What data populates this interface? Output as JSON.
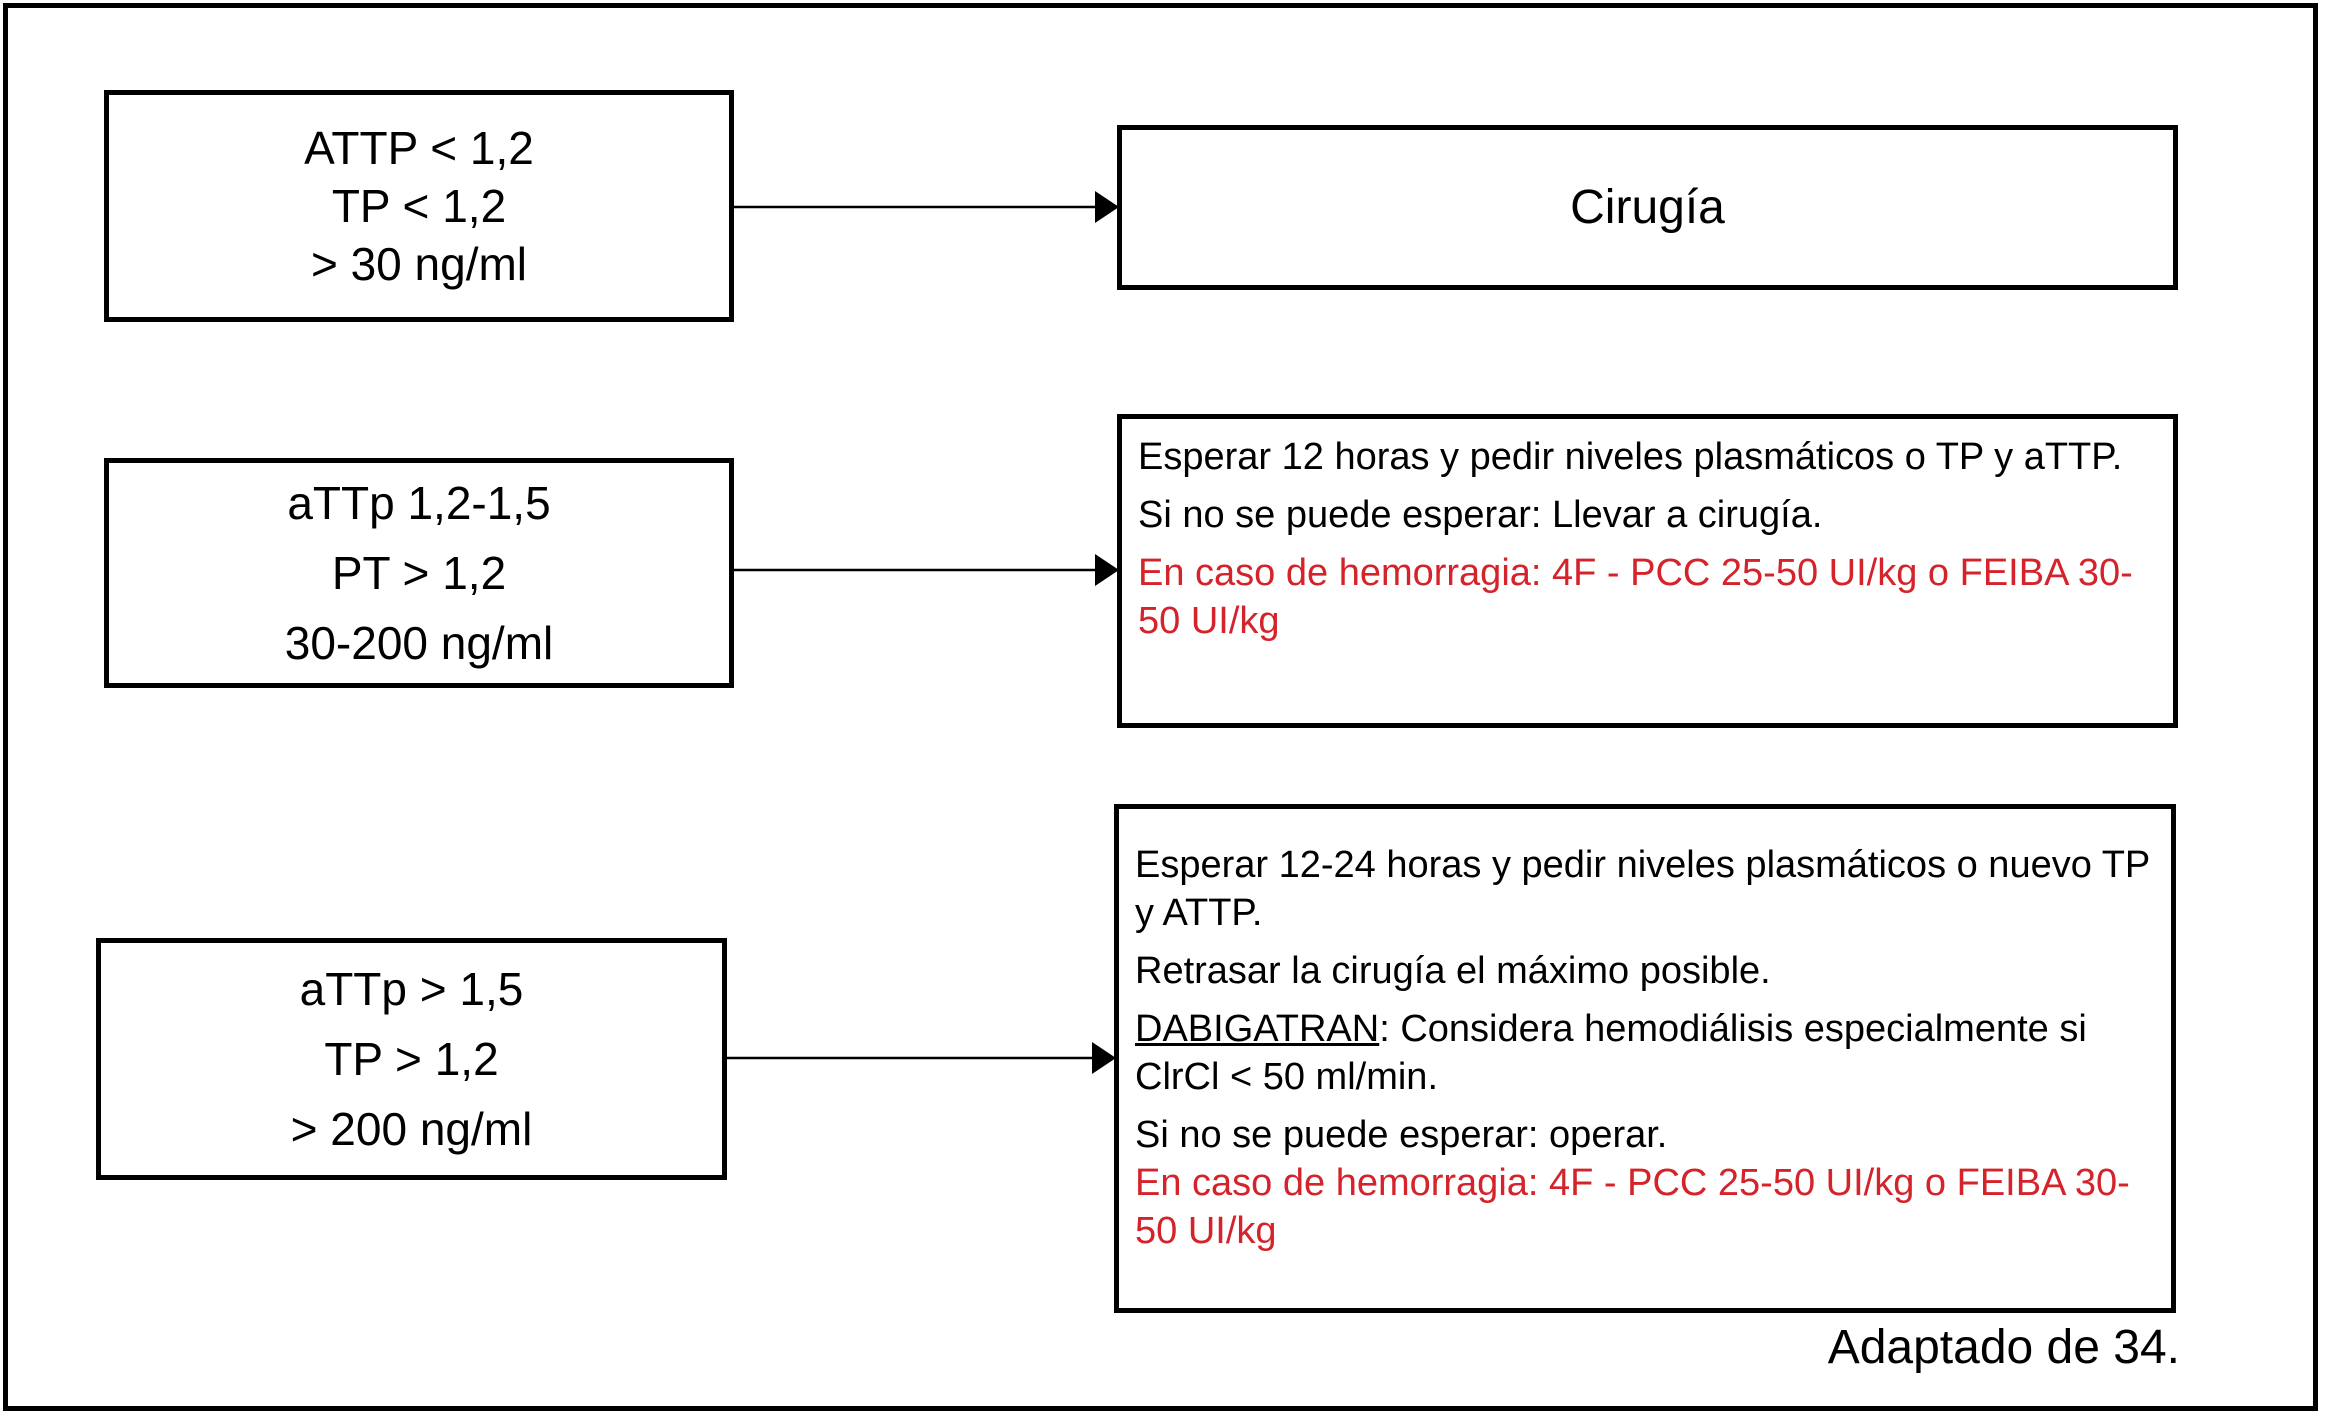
{
  "rows": [
    {
      "condition": [
        "ATTP < 1,2",
        "TP < 1,2",
        "> 30 ng/ml"
      ],
      "action": {
        "title": "Cirugía"
      }
    },
    {
      "condition": [
        "aTTp 1,2-1,5",
        "PT  > 1,2",
        "30-200 ng/ml"
      ],
      "action": {
        "p1": "Esperar 12 horas y pedir niveles plasmáticos o TP y aTTP.",
        "p2": "Si no se puede esperar: Llevar a cirugía.",
        "red": "En caso de hemorragia: 4F - PCC 25-50 UI/kg o FEIBA 30-50 UI/kg"
      }
    },
    {
      "condition": [
        "aTTp > 1,5",
        "TP > 1,2",
        "> 200 ng/ml"
      ],
      "action": {
        "p1": "Esperar 12-24 horas y pedir niveles plasmáticos o nuevo TP y ATTP.",
        "p2": "Retrasar la cirugía el máximo posible.",
        "p3_label": "DABIGATRAN",
        "p3_rest": ": Considera hemodiálisis especialmente si ClrCl < 50 ml/min.",
        "p4": "Si no se puede esperar: operar.",
        "red": "En caso de hemorragia: 4F - PCC 25-50 UI/kg o FEIBA 30-50 UI/kg"
      }
    }
  ],
  "footnote": "Adaptado de 34.",
  "colors": {
    "border": "#000000",
    "alert_text": "#d4232a"
  }
}
